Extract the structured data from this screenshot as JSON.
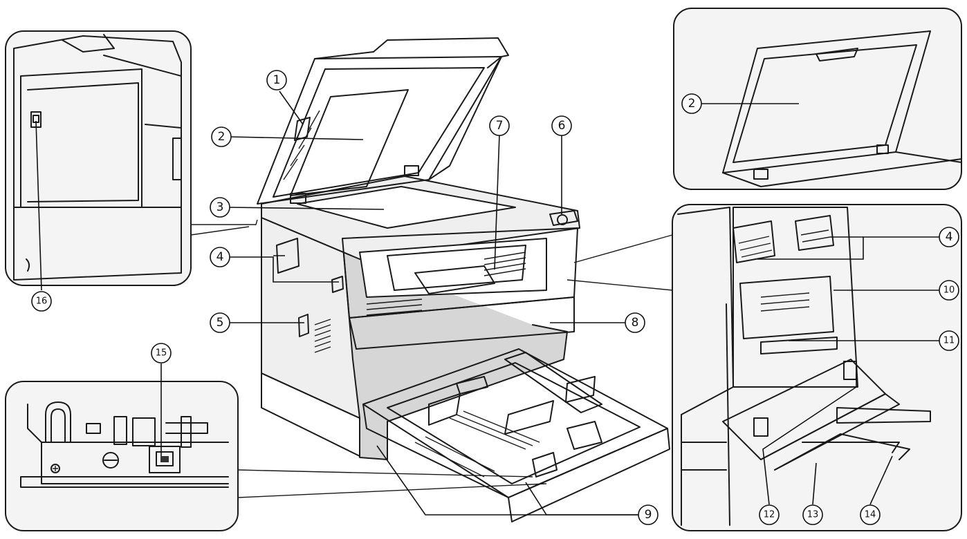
{
  "callouts": [
    {
      "id": "c1",
      "label": "1"
    },
    {
      "id": "c2",
      "label": "2"
    },
    {
      "id": "c2b",
      "label": "2"
    },
    {
      "id": "c3",
      "label": "3"
    },
    {
      "id": "c4",
      "label": "4"
    },
    {
      "id": "c4b",
      "label": "4"
    },
    {
      "id": "c5",
      "label": "5"
    },
    {
      "id": "c6",
      "label": "6"
    },
    {
      "id": "c7",
      "label": "7"
    },
    {
      "id": "c8",
      "label": "8"
    },
    {
      "id": "c9",
      "label": "9"
    },
    {
      "id": "c10",
      "label": "10"
    },
    {
      "id": "c11",
      "label": "11"
    },
    {
      "id": "c12",
      "label": "12"
    },
    {
      "id": "c13",
      "label": "13"
    },
    {
      "id": "c14",
      "label": "14"
    },
    {
      "id": "c15",
      "label": "15"
    },
    {
      "id": "c16",
      "label": "16"
    }
  ],
  "colors": {
    "line": "#1a1a1a",
    "fill_light": "#efefef",
    "fill_mid": "#d6d6d6",
    "background": "#ffffff"
  },
  "icons": [
    "phillips-screw-icon",
    "flathead-screw-icon"
  ]
}
